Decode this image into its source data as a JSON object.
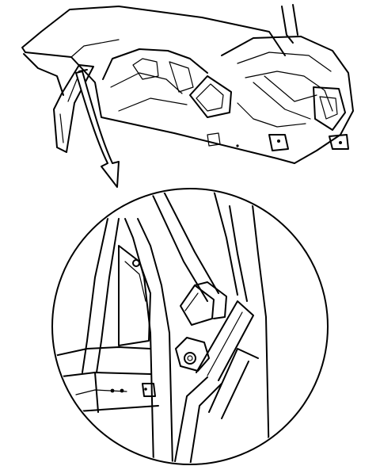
{
  "figure": {
    "colors": {
      "line": "#000000",
      "background": "#ffffff"
    },
    "parts": [
      "vehicle-body-structure",
      "callout-arrow",
      "detail-magnifier"
    ]
  }
}
